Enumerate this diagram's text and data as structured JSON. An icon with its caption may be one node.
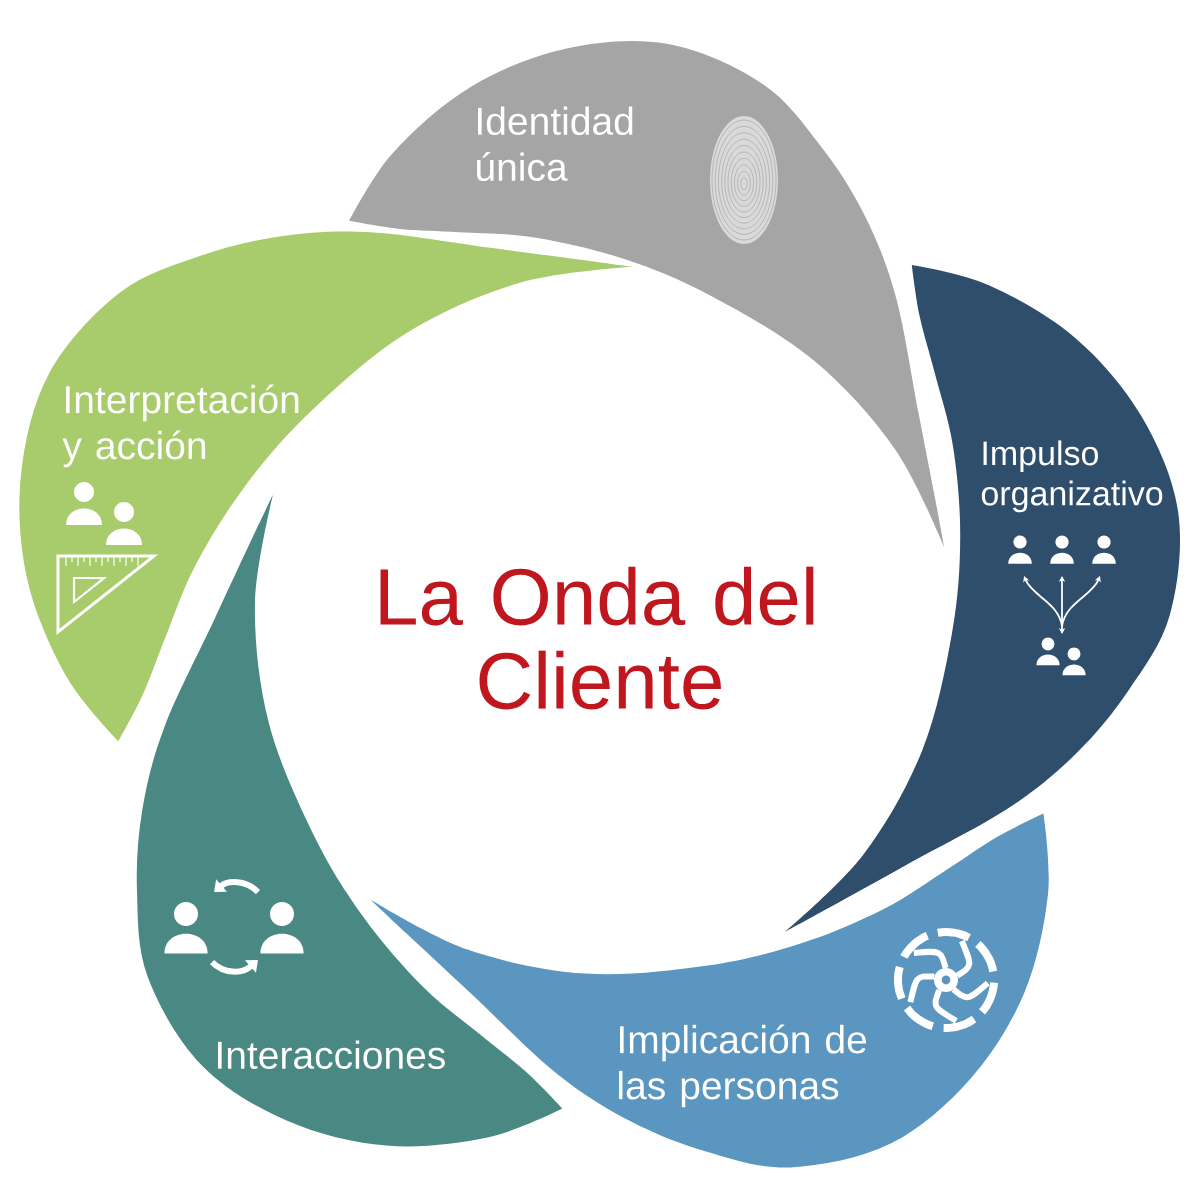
{
  "diagram": {
    "title": "La Onda del Cliente",
    "nodes": [
      {
        "text": [
          "Identidad única"
        ]
      },
      {
        "text": [
          "Impulso organizativo"
        ]
      },
      {
        "text": [
          "Implicación de las personas"
        ]
      },
      {
        "text": [
          "Interacciones"
        ]
      },
      {
        "text": [
          "Interpretación y acción"
        ]
      }
    ]
  }
}
